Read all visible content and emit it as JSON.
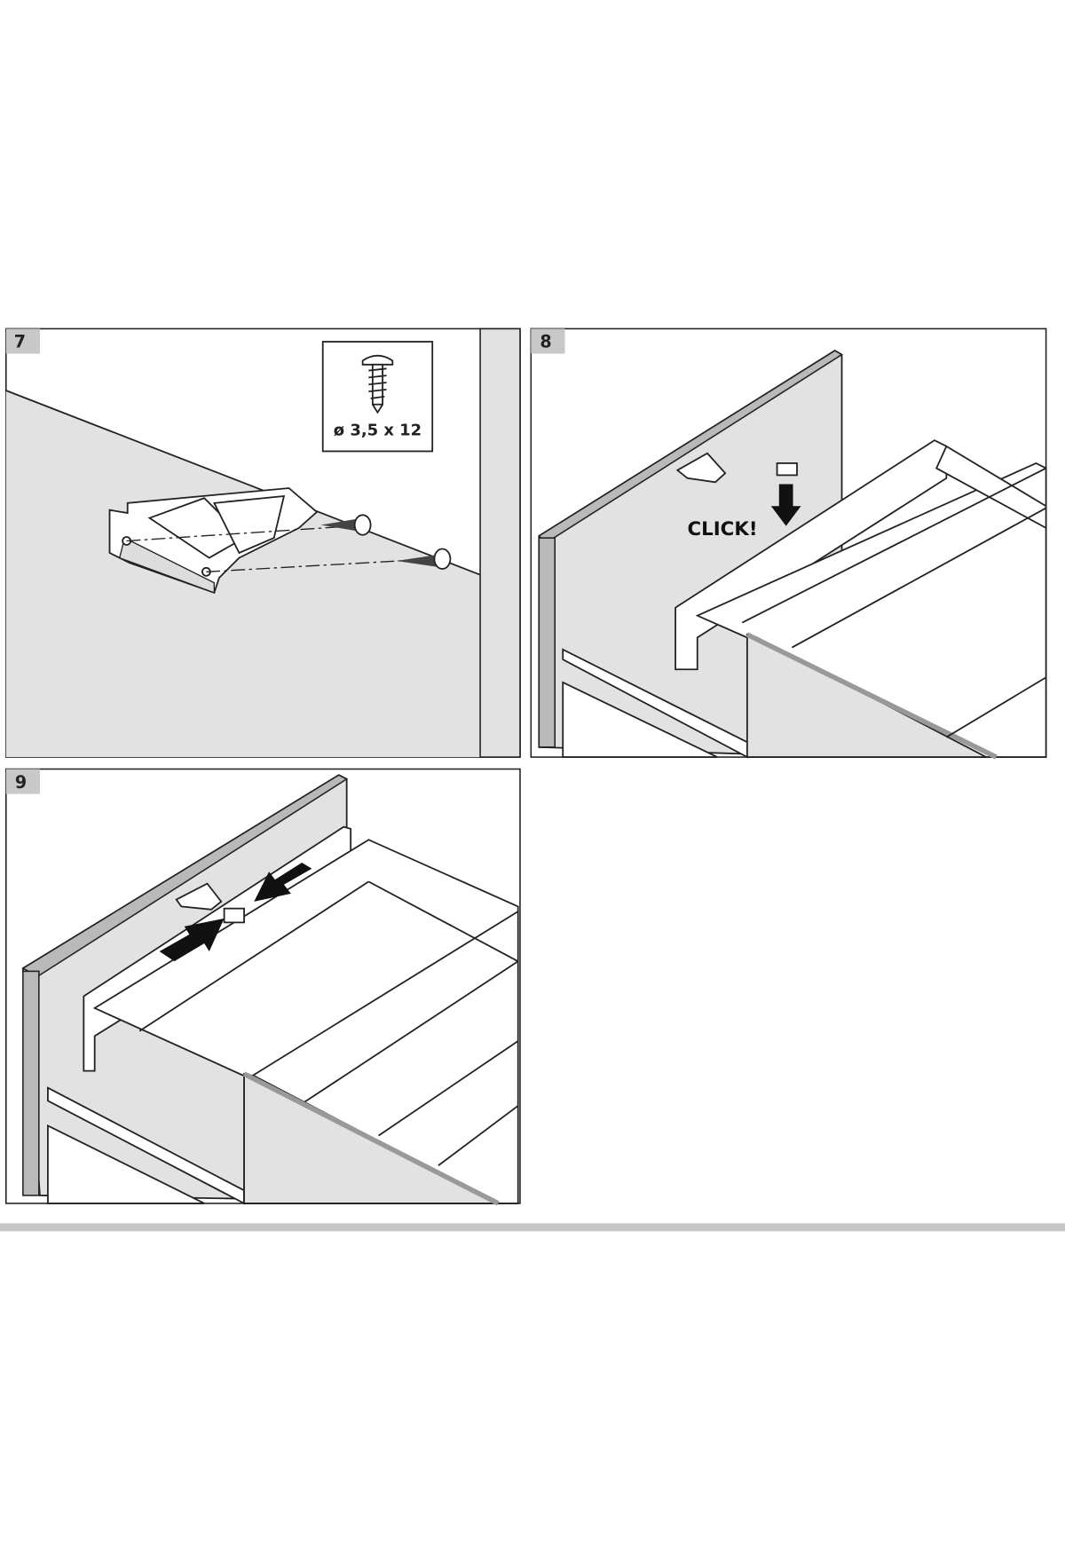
{
  "steps": [
    {
      "number": "7",
      "screw_spec": "ø 3,5 x 12"
    },
    {
      "number": "8",
      "action_text": "CLICK!"
    },
    {
      "number": "9"
    }
  ],
  "colors": {
    "panel_gray": "#e2e2e2",
    "label_bg": "#c8c8c8",
    "divider": "#c6c6c6"
  }
}
